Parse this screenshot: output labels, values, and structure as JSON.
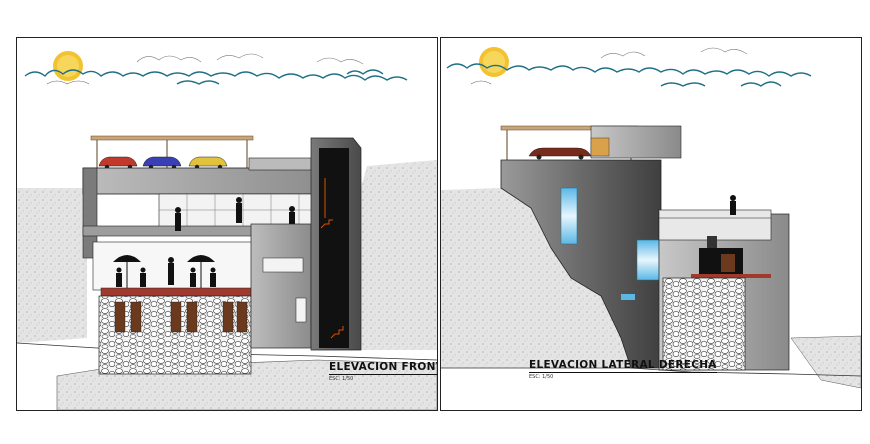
{
  "drawings": [
    {
      "id": "front",
      "title": "ELEVACION FRONTAL",
      "scale": "ESC: 1/50"
    },
    {
      "id": "side",
      "title": "ELEVACION LATERAL DERECHA",
      "scale": "ESC: 1/50"
    }
  ],
  "colors": {
    "sun": "#f2c230",
    "cloud_stroke": "#1f6f86",
    "terrain": "#d8d8d8",
    "concrete": "#8a8a8a",
    "dark_wall": "#555555",
    "window_blue": "#5bb7e6"
  }
}
